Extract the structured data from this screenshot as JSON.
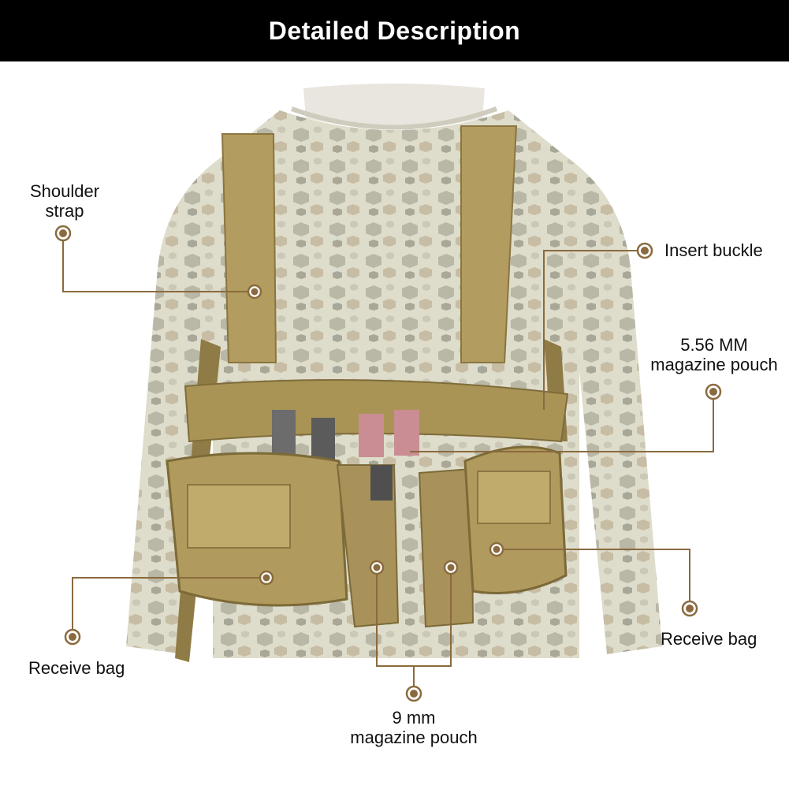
{
  "header": {
    "title": "Detailed Description"
  },
  "colors": {
    "header_bg": "#000000",
    "callout_line": "#8a6a3e",
    "vest_tan": "#a89458",
    "shirt_camo": "#d8d6c4"
  },
  "callouts": {
    "shoulder_strap": {
      "line1": "Shoulder",
      "line2": "strap"
    },
    "insert_buckle": {
      "text": "Insert buckle"
    },
    "rifle_pouch": {
      "line1": "5.56 MM",
      "line2": "magazine pouch"
    },
    "receive_bag_left": {
      "text": "Receive bag"
    },
    "receive_bag_right": {
      "text": "Receive bag"
    },
    "pistol_pouch": {
      "line1": "9 mm",
      "line2": "magazine pouch"
    }
  }
}
